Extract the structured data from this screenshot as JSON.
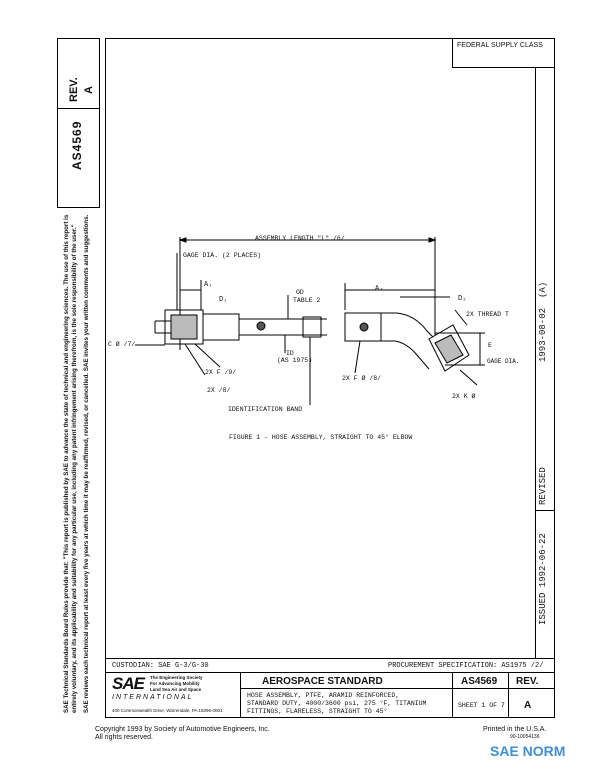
{
  "side": {
    "doc_number": "AS4569",
    "rev_label": "REV.",
    "rev_value": "A",
    "legal_1": "SAE Technical Standards Board Rules provide that: \"This report is published by SAE to advance the state of technical and engineering sciences. The use of this report is",
    "legal_2": "entirely voluntary, and its applicability and suitability for any particular use, including any patent infringement arising therefrom, is the sole responsibility of the user.\"",
    "legal_3": "SAE reviews each technical report at least every five years at which time it may be reaffirmed, revised, or cancelled. SAE invites your written comments and suggestions."
  },
  "header": {
    "federal_supply_class": "FEDERAL SUPPLY CLASS"
  },
  "drawing": {
    "assembly_length": "ASSEMBLY LENGTH \"L\" /6/",
    "gage_dia_places": "GAGE DIA. (2 PLACES)",
    "a1": "A₁",
    "d1": "D₁",
    "od_table": "OD",
    "table2": "TABLE 2",
    "a2": "A₂",
    "d2": "D₂",
    "thread": "2X THREAD T",
    "c_label": "C Ø /7/",
    "e_label": "E",
    "gage_dia": "GAGE DIA.",
    "id_label": "ID",
    "as1975": "(AS 1975)",
    "f9": "2X F /9/",
    "g8": "2X /8/",
    "h": "2X F Ø /8/",
    "k": "2X K Ø",
    "id_band": "IDENTIFICATION BAND",
    "figure_caption": "FIGURE 1 - HOSE ASSEMBLY, STRAIGHT TO 45° ELBOW"
  },
  "right_col": {
    "date1": "1993-08-02",
    "date1_rev": "(A)",
    "revised": "REVISED",
    "issued": "ISSUED 1992-06-22"
  },
  "title_block": {
    "custodian": "CUSTODIAN:  SAE G-3/G-30",
    "procurement": "PROCUREMENT SPECIFICATION:  AS1975 /2/",
    "sae_logo": "SAE",
    "sae_tag1": "The Engineering Society",
    "sae_tag2": "For Advancing Mobility",
    "sae_tag3": "Land Sea Air and Space",
    "intl": "INTERNATIONAL",
    "address": "400 Commonwealth Drive, Warrendale, PA 15096-0001",
    "standard": "AEROSPACE STANDARD",
    "desc1": "HOSE ASSEMBLY, PTFE, ARAMID REINFORCED,",
    "desc2": "STANDARD DUTY, 4000/3600 psi, 275 °F, TITANIUM",
    "desc3": "FITTINGS, FLARELESS, STRAIGHT TO 45°",
    "docnum": "AS4569",
    "rev_label": "REV.",
    "rev_value": "A",
    "sheet": "SHEET 1 OF 7"
  },
  "footer": {
    "copyright": "Copyright 1993   by Society of Automotive Engineers, Inc.",
    "rights": "All rights reserved.",
    "printed": "Printed in the U.S.A.",
    "code": "90-10054136",
    "watermark": "SAE NORM"
  }
}
